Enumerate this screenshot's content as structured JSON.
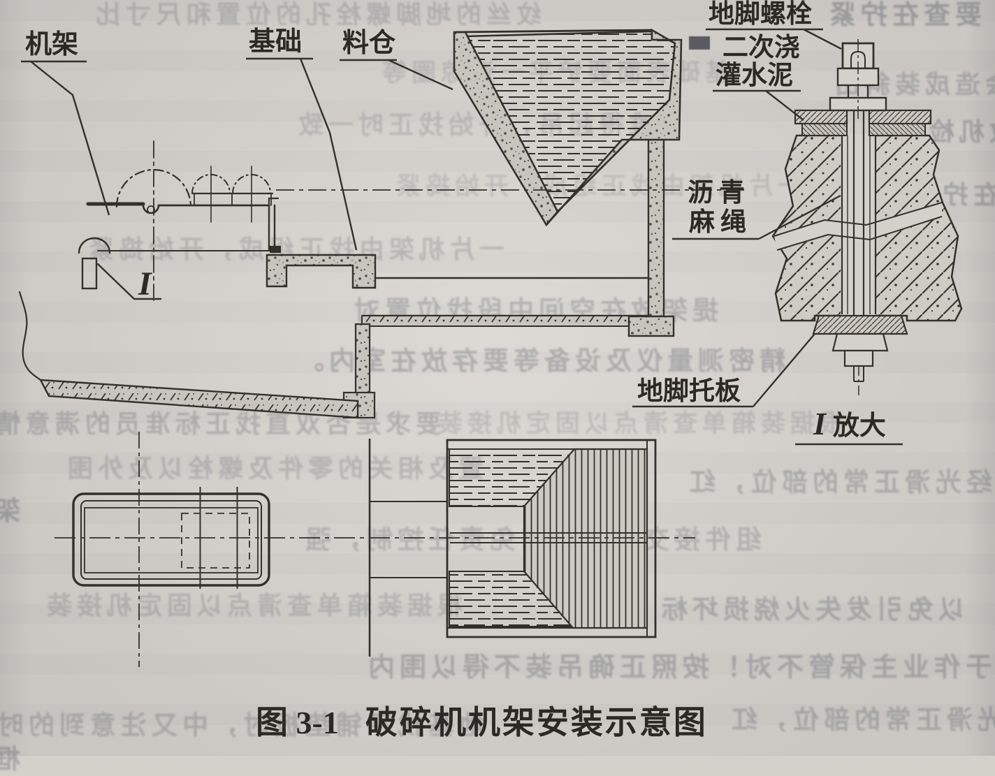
{
  "page": {
    "background": "#d4d1cb",
    "ink": "#33302b",
    "caption": {
      "number": "图 3-1",
      "title": "破碎机机架安装示意图"
    }
  },
  "diagram": {
    "type": "technical-diagram",
    "subject": "破碎机机架安装示意图 (crusher frame installation: side elevation, anchor bolt detail I, plan view)",
    "labels": {
      "frame": "机架",
      "foundation": "基础",
      "hopper": "料仓",
      "anchor_bolt": "地脚螺栓",
      "secondary_grout_l1": "二次浇",
      "secondary_grout_l2": "灌水泥",
      "asphalt_rope_l1": "沥青",
      "asphalt_rope_l2": "麻绳",
      "anchor_plate": "地脚托板",
      "detail_mark": "I",
      "detail_view_mark": "I",
      "detail_view_suffix": "放大"
    }
  },
  "bleedthrough": {
    "note": "faint mirrored print-through text from reverse page",
    "items": [
      {
        "text": "纹丝的地脚螺栓孔的位置和尺寸比"
      },
      {
        "text": "要查在拧紧"
      },
      {
        "text": "基础表面要铲平一遍晾圈等"
      },
      {
        "text": "否则会造成装斜出"
      },
      {
        "text": "难得起吊，开始找正时一致"
      },
      {
        "text": "一片机架由找正组成，开始捣紧"
      },
      {
        "text": "提架放在空间中段找位置对"
      },
      {
        "text": "可以存放机检查"
      },
      {
        "text": "精密测量仪及设备等要存放在室内。"
      },
      {
        "text": "要求是否双直找正标准员的满意情"
      },
      {
        "text": "根据装箱单查清点以固定机接装"
      },
      {
        "text": "置及相关的零件及螺栓以及外围"
      },
      {
        "text": "准确要求已经光滑正常的部位，红"
      },
      {
        "text": "组件接交业主，当免责任控制，强"
      },
      {
        "text": "以免引发失火烧损坏标"
      },
      {
        "text": "由于作业主保管不对！按照正确吊装不得以围内"
      },
      {
        "text": "地基找平铺垫板时，中又注意到的时"
      },
      {
        "text": "架",
        "edge": true
      },
      {
        "text": "框",
        "edge": true
      }
    ]
  }
}
